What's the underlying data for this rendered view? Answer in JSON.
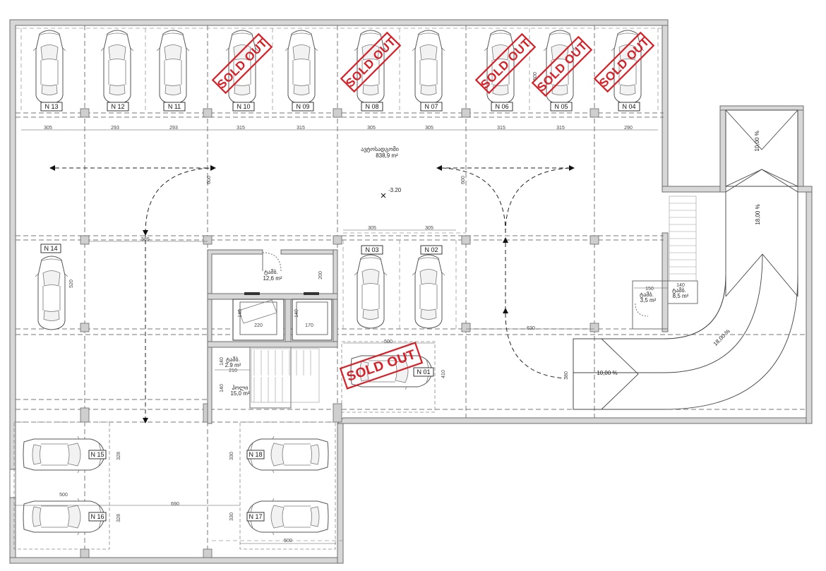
{
  "parking_spots": [
    {
      "id": "N 13",
      "sold": false
    },
    {
      "id": "N 12",
      "sold": false
    },
    {
      "id": "N 11",
      "sold": false
    },
    {
      "id": "N 10",
      "sold": true
    },
    {
      "id": "N 09",
      "sold": false
    },
    {
      "id": "N 08",
      "sold": true
    },
    {
      "id": "N 07",
      "sold": false
    },
    {
      "id": "N 06",
      "sold": true
    },
    {
      "id": "N 05",
      "sold": true
    },
    {
      "id": "N 04",
      "sold": true
    },
    {
      "id": "N 14",
      "sold": false
    },
    {
      "id": "N 03",
      "sold": false
    },
    {
      "id": "N 02",
      "sold": false
    },
    {
      "id": "N 01",
      "sold": true
    },
    {
      "id": "N 15",
      "sold": false
    },
    {
      "id": "N 16",
      "sold": false
    },
    {
      "id": "N 18",
      "sold": false
    },
    {
      "id": "N 17",
      "sold": false
    }
  ],
  "sold_label": "SOLD OUT",
  "rooms": {
    "parking_hall": {
      "name": "ავტოსადგომი",
      "area": "838,9 m²"
    },
    "level_mark": "-3.20",
    "storage_1": {
      "name": "ტამბ.",
      "area": "12,6 m²"
    },
    "storage_2": {
      "name": "ტამბ.",
      "area": "2.9 m²"
    },
    "stair_hall": {
      "name": "ჰოლი",
      "area": "15,0 m²"
    },
    "storage_3": {
      "name": "ტამბ.",
      "area": "3,5 m²"
    },
    "storage_4": {
      "name": "ტამბ.",
      "area": "8,5 m²"
    }
  },
  "ramps": {
    "top_slope": "10,00 %",
    "upper_slope": "18,00 %",
    "curve_slope": "18,00 %",
    "bottom_slope": "10,00 %"
  },
  "dimensions": {
    "top_row": [
      "305",
      "293",
      "293",
      "315",
      "315",
      "305",
      "305",
      "315",
      "315",
      "290"
    ],
    "mid_row": [
      "305",
      "305"
    ],
    "hall_585": "585",
    "left_520": "520",
    "left_600": "600",
    "mid_600": "600",
    "store_200": "200",
    "lift_220": "220",
    "lift_170": "170",
    "lift_140_a": "140",
    "lift_140_b": "140",
    "spot1_500": "500",
    "spot1_410": "410",
    "right_630": "630",
    "right_150": "150",
    "right_140": "140",
    "stair_210": "210",
    "stair_140_a": "140",
    "stair_140_b": "140",
    "bottom_500_a": "500",
    "bottom_690": "690",
    "bottom_500_b": "500",
    "bottom_328_a": "328",
    "bottom_328_b": "328",
    "bottom_330_a": "330",
    "bottom_330_b": "330",
    "ramp_380": "380",
    "top_row_500": "500"
  }
}
